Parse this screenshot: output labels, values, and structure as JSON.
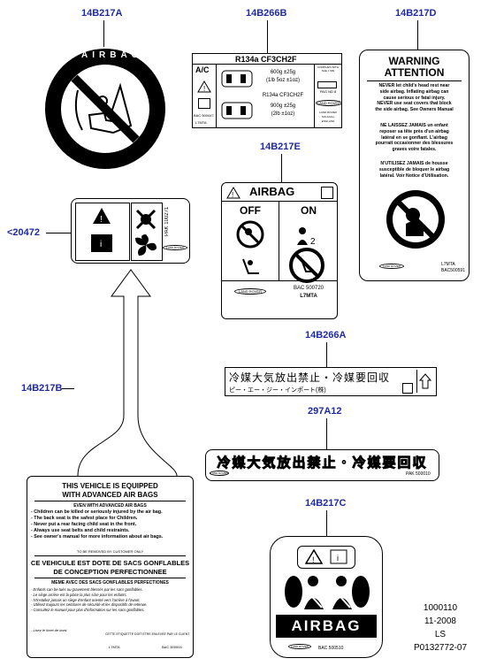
{
  "callouts": {
    "c1": "14B217A",
    "c2": "14B266B",
    "c3": "14B217D",
    "c4": "14B217E",
    "c5": "<20472",
    "c6": "14B266A",
    "c7": "14B217B",
    "c8": "297A12",
    "c9": "14B217C"
  },
  "label_a": {
    "ring_text": "AIRBAG"
  },
  "label_ac": {
    "refrigerant_top": "R134a CF3CH2F",
    "ac": "A/C",
    "compliance": "COMPLIES WITH SAE J 639",
    "qty1": "600g ±25g",
    "qty1b": "(1lb 5oz ±1oz)",
    "pag": "PAG ND 8",
    "refrigerant_2": "R134a CF3CH2F",
    "qty2": "900g ±25g",
    "qty2b": "(2lb ±1oz)",
    "bac": "BAC 500447",
    "l7": "L7MTA",
    "lr_addr1": "LAND ROVER",
    "lr_addr2": "SOLIHULL",
    "lr_addr3": "ENGLAND"
  },
  "label_d": {
    "warning": "WARNING",
    "attention": "ATTENTION",
    "en_lines": [
      "NEVER let child's head rest near",
      "side airbag. Inflating airbag can",
      "cause serious or fatal injury.",
      "NEVER use seat covers that block",
      "the side airbag. See Owners Manual"
    ],
    "fr1_lines": [
      "NE LAISSEZ JAMAIS un enfant",
      "reposer sa tête près d'un airbag",
      "latéral en se gonflant. L'airbag",
      "pourrait occasionner des blessures",
      "graves voire fatales."
    ],
    "fr2_lines": [
      "N'UTILISEZ JAMAIS de housse",
      "susceptible de bloquer le airbag",
      "latéral. Voir Notice d'Utilisation."
    ],
    "code1": "L7MTA",
    "code2": "BAC500591"
  },
  "label_e": {
    "title": "AIRBAG",
    "off": "OFF",
    "on": "ON",
    "bac": "BAC 500720",
    "l7": "L7MTA"
  },
  "label_20472": {
    "pak": "PAK 100271"
  },
  "label_266a": {
    "jp1": "冷媒大気放出禁止・冷媒要回収",
    "jp2": "ピー・エー・ジー・インポート(株)"
  },
  "label_297": {
    "jp": "冷媒大気放出禁止・冷媒要回収",
    "pak": "PAK 500010"
  },
  "label_b": {
    "h1": "THIS VEHICLE IS EQUIPPED",
    "h2": "WITH ADVANCED AIR BAGS",
    "h3": "EVEN WITH ADVANCED AIR BAGS",
    "bullets": [
      "- Children can be killed or seriously injured by the air bag.",
      "- The back seat is the safest place for Children.",
      "- Never put a rear facing child seat in the front.",
      "- Always use seat belts and child restraints.",
      "- See owner's manual for more information about air bags."
    ],
    "remove": "TO BE REMOVED BY CUSTOMER ONLY",
    "fr1": "CE VEHICULE EST DOTE DE SACS GONFLABLES",
    "fr2": "DE CONCEPTION PERFECTIONNEE",
    "fr3": "MEME AVEC DES SACS GONFLABLES PERFECTIONES",
    "fr_small": [
      "- Enfants can be tués ou gravement blessés par les sacs gonflables.",
      "- Le siège arrière est la place la plus sûre pour les enfants.",
      "- N'installez jamais un siège d'enfant orienté vers l'arrière à l'avant.",
      "- Utilisez toujours les ceintures de sécurité et les dispositifs de retenue.",
      "- Consultez le manuel pour plus d'information sur les sacs gonflables."
    ],
    "fr_last": "- Lisez le livret de bord.",
    "cette": "CETTE ETIQUETTE DOIT ETRE ENLEVEE PAR LE CLIENT",
    "l7": "L7MTA",
    "bac": "BAC 500004"
  },
  "label_c": {
    "text": "AIRBAG",
    "bac": "BAC 500510"
  },
  "brand": "LAND ROVER",
  "footer": {
    "line1": "1000110",
    "line2": "11-2008",
    "line3": "LS",
    "line4": "P0132772-07"
  }
}
